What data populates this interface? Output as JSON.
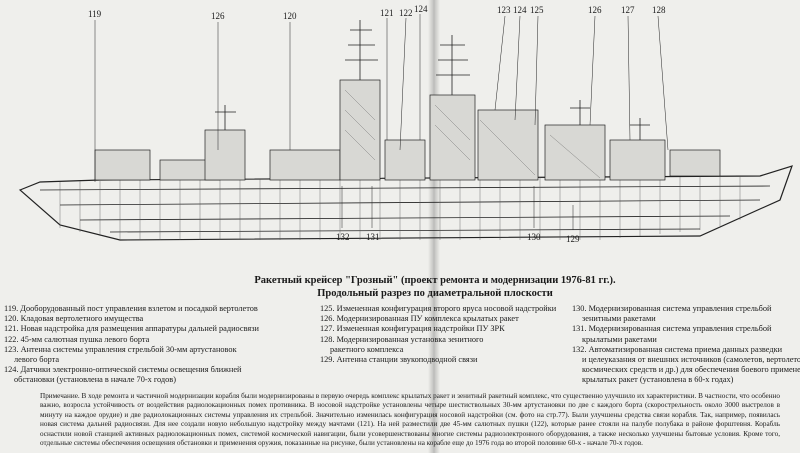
{
  "callouts": {
    "n119": "119",
    "n126": "126",
    "n120": "120",
    "n121": "121",
    "n122": "122",
    "n124top": "124",
    "n123": "123",
    "n124": "124",
    "n125": "125",
    "n127": "127",
    "n128": "128",
    "n132": "132",
    "n131": "131",
    "n130": "130",
    "n129": "129"
  },
  "title": "Ракетный крейсер \"Грозный\" (проект ремонта и модернизации 1976-81 гг.).",
  "subtitle": "Продольный разрез по диаметральной плоскости",
  "legend_left": [
    "119. Дооборудованный пост управления взлетом и посадкой вертолетов",
    "120. Кладовая вертолетного имущества",
    "121. Новая надстройка для размещения аппаратуры дальней радиосвязи",
    "122. 45-мм салютная пушка левого борта",
    "123. Антенна системы управления стрельбой 30-мм артустановок",
    "левого борта",
    "124. Датчики электронно-оптической системы освещения ближней",
    "обстановки (установлена в начале 70-х годов)"
  ],
  "legend_mid": [
    "125. Измененная конфигурация второго яруса носовой надстройки",
    "126. Модернизированная ПУ комплекса крылатых ракет",
    "127. Измененная конфигурация надстройки ПУ ЗРК",
    "128. Модернизированная установка зенитного",
    "ракетного комплекса",
    "129. Антенна станции звукоподводной связи"
  ],
  "legend_right": [
    "130. Модернизированная система управления стрельбой",
    "зенитными ракетами",
    "131. Модернизированная система управления стрельбой",
    "крылатыми ракетами",
    "132. Автоматизированная система приема данных разведки",
    "и целеуказания от внешних источников (самолетов, вертолетов,",
    "космических средств и др.) для обеспечения боевого применения",
    "крылатых ракет (установлена в 60-х годах)"
  ],
  "note": "Примечание. В ходе ремонта и частичной модернизации корабля были модернизированы в первую очередь комплекс крылатых ракет и зенитный ракетный комплекс, что существенно улучшило их характеристики. В частности, что особенно важно, возросла устойчивость от воздействия радиолокационных помех противника. В носовой надстройке установлены четыре шестиствольных 30-мм артустановки по две с каждого борта (скорострельность около 3000 выстрелов в минуту на каждое орудие) и две радиолокационных системы управления их стрельбой. Значительно изменилась конфигурация носовой надстройки (см. фото на стр.77). Были улучшены средства связи корабля. Так, например, появилась новая система дальней радиосвязи. Для нее создали новую небольшую надстройку между мачтами (121). На ней разместили две 45-мм салютных пушки (122), которые ранее стояли на палубе полубака в районе форштевня. Корабль оснастили новой станцией активных радиолокационных помех, системой космической навигации, были усовершенствованы многие системы радиоэлектронного оборудования, а также несколько улучшены бытовые условия. Кроме того, отдельные системы обеспечения освещения обстановки и применения оружия, показанные на рисунке, были установлены на корабле еще до 1976 года во второй половине 60-х - начале 70-х годов.",
  "colors": {
    "paper": "#efefec",
    "ink": "#1a1a1a"
  }
}
